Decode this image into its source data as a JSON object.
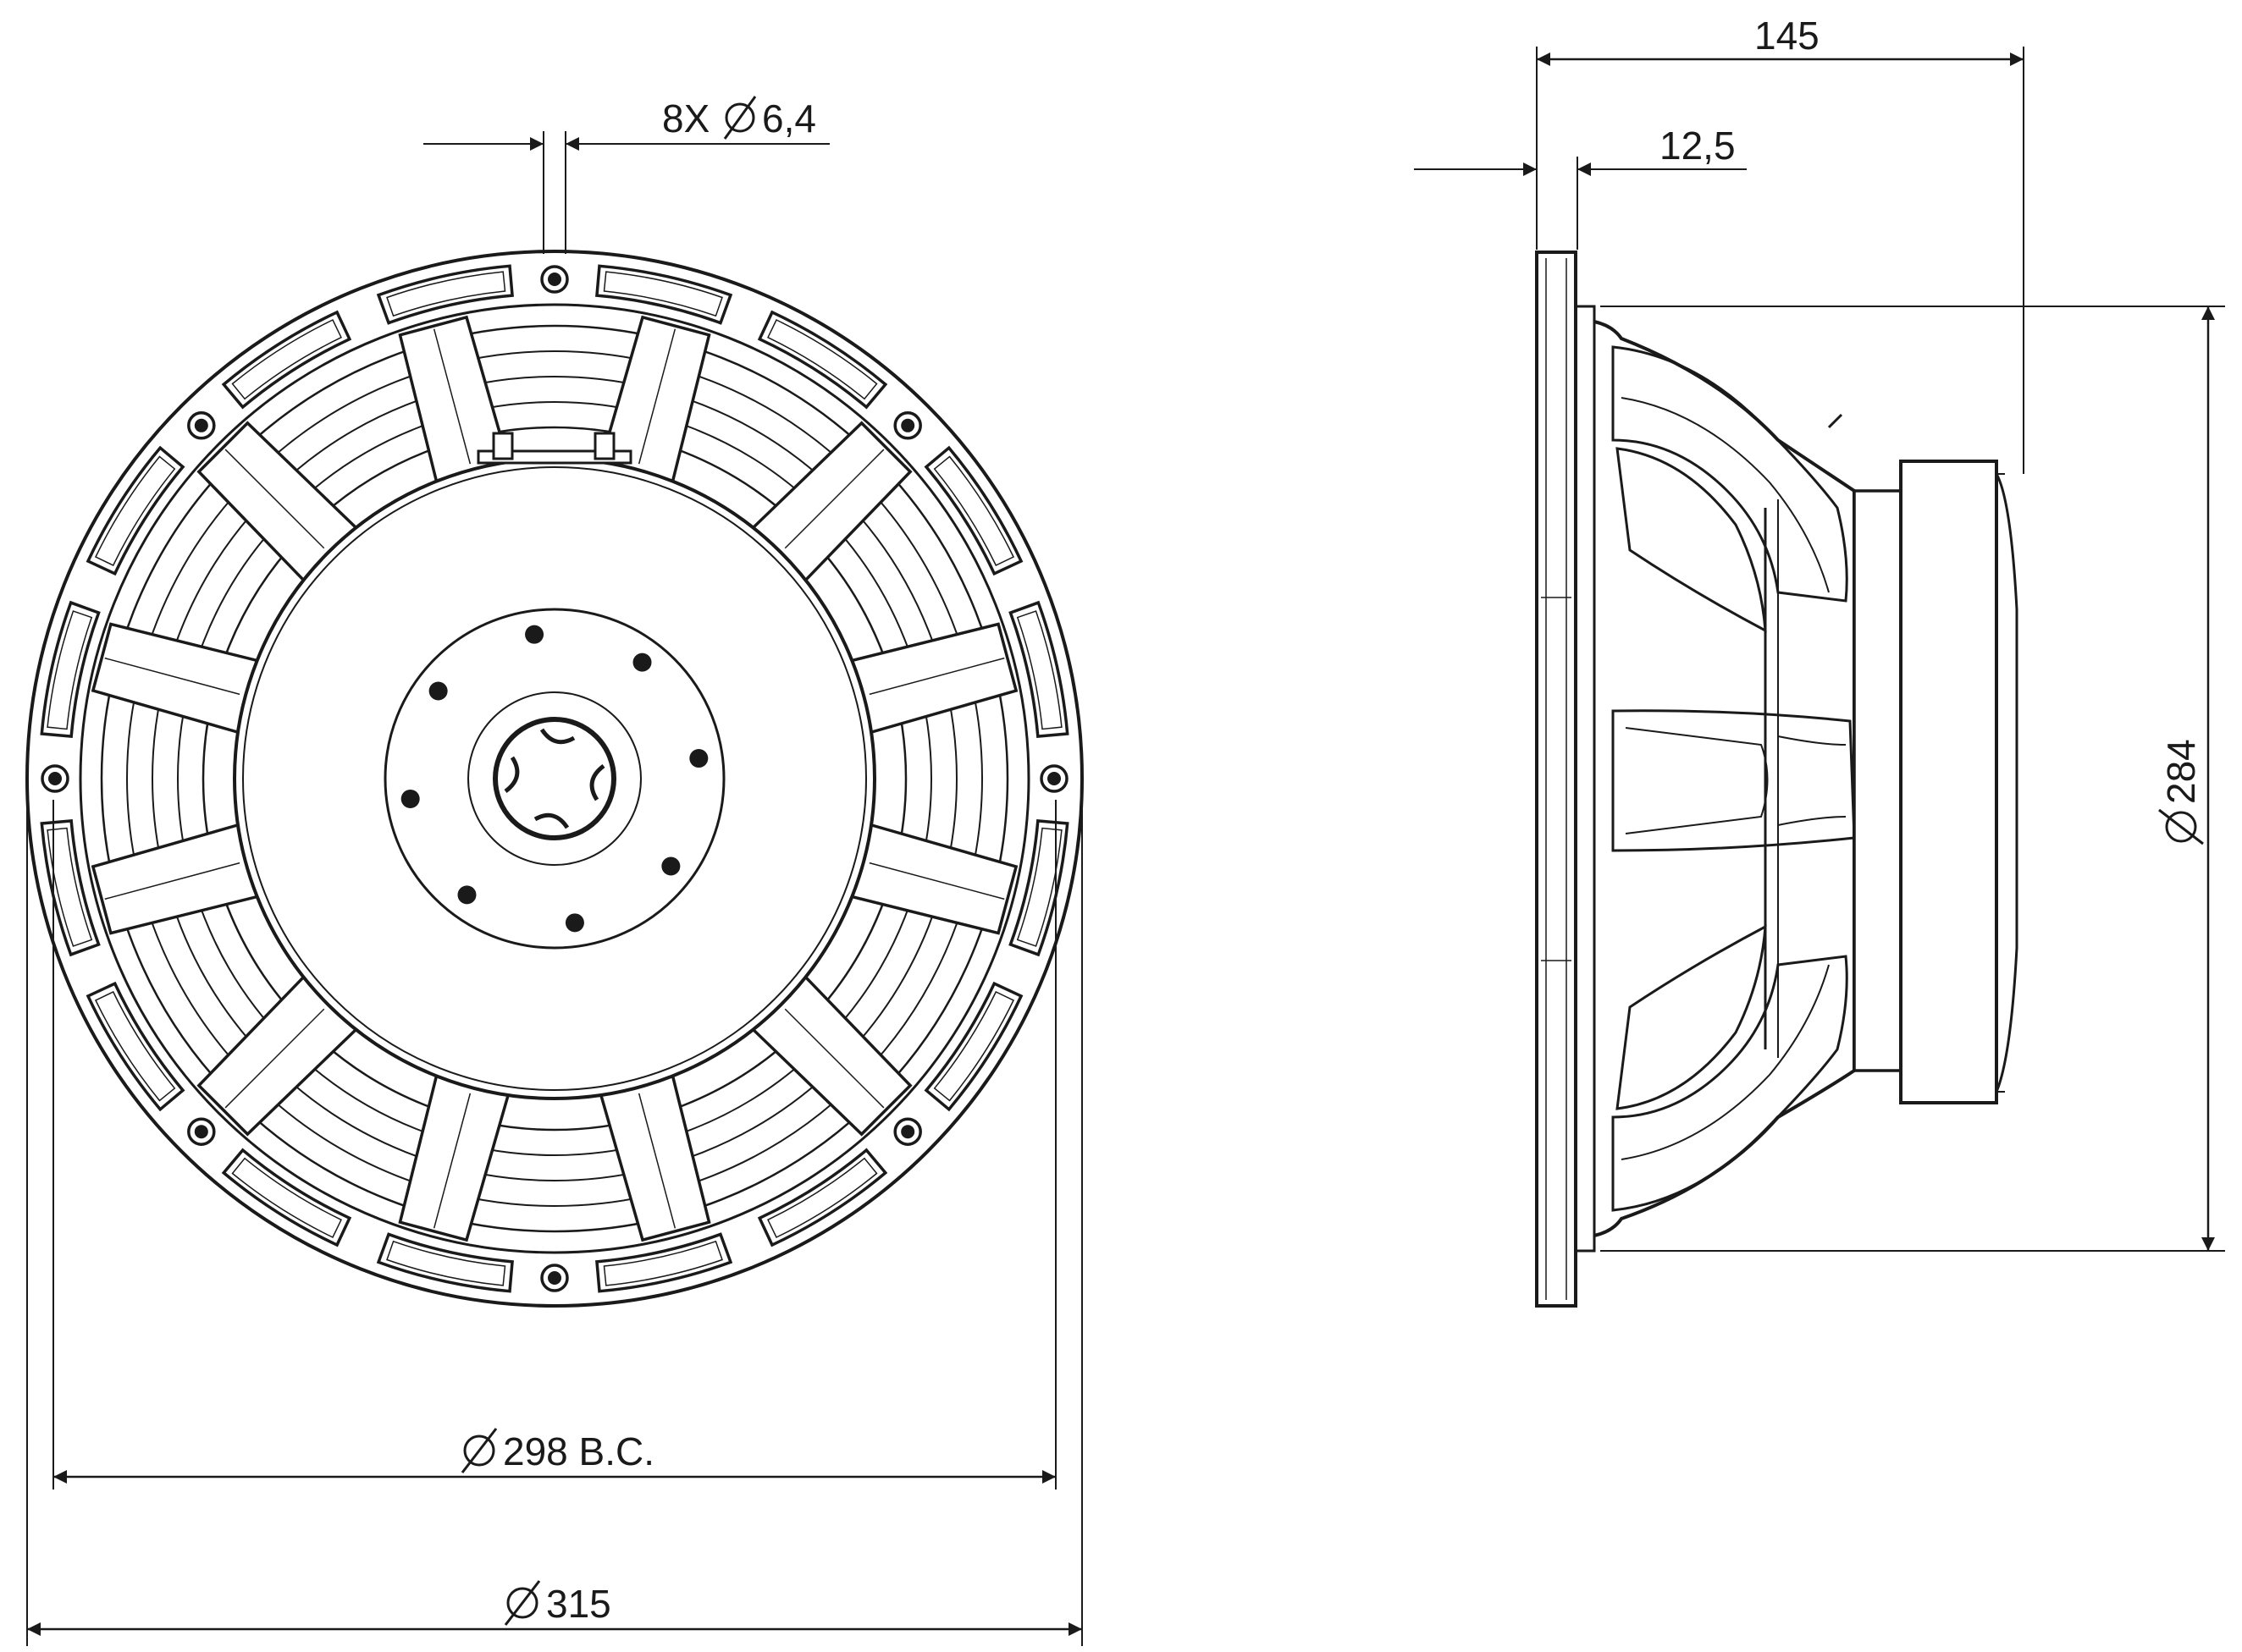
{
  "front_view": {
    "mount_holes_label": "8X",
    "mount_holes_value": "6,4",
    "bolt_circle_value": "298 B.C.",
    "outer_diameter_value": "315"
  },
  "side_view": {
    "depth_value": "145",
    "flange_thickness_value": "12,5",
    "cutout_diameter_value": "284"
  },
  "colors": {
    "line": "#1a1a1a",
    "background": "#ffffff"
  }
}
